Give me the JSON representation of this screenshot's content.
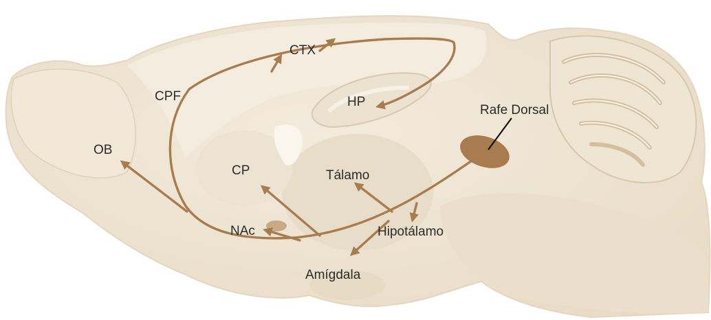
{
  "labels": {
    "ctx": "CTX",
    "cpf": "CPF",
    "hp": "HP",
    "ob": "OB",
    "cp": "CP",
    "talamo": "Tálamo",
    "rafe_dorsal": "Rafe Dorsal",
    "nac": "NAc",
    "hipotalamo": "Hipotálamo",
    "amigdala": "Amígdala"
  },
  "colors": {
    "tissue": "#eee4d2",
    "tissue_light": "#f6f0e4",
    "tissue_shade": "#e3d6bf",
    "pathway": "#a97c4f",
    "nucleus": "#a97c4f",
    "text": "#2b2b2b"
  }
}
